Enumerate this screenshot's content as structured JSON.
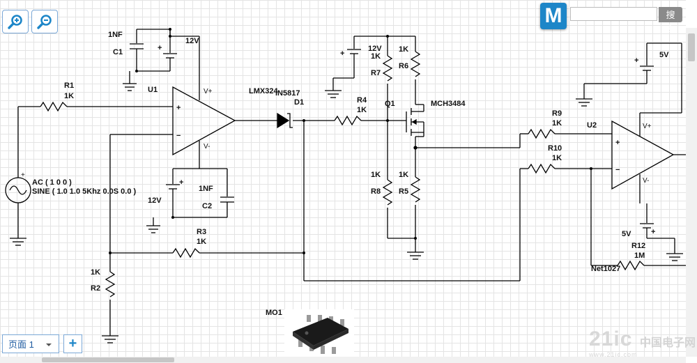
{
  "toolbar": {
    "zoom_in_icon": "zoom-in-icon",
    "zoom_out_icon": "zoom-out-icon"
  },
  "header": {
    "logo_letter": "M",
    "search_placeholder": "",
    "search_button": "搜索"
  },
  "pages": {
    "current": "页面 1",
    "add_label": "+"
  },
  "watermark": {
    "brand": "21ic",
    "cn": "中国电子网",
    "url": "www.21ic.com"
  },
  "schematic": {
    "labels": {
      "c1_val": "1NF",
      "c1": "C1",
      "v12_top": "12V",
      "u1": "U1",
      "vplus1": "V+",
      "vminus1": "V-",
      "r1": "R1",
      "r1_val": "1K",
      "ac": "AC ( 1 0 0 )",
      "sine": "SINE ( 1.0 1.0 5Khz 0.0S 0.0 )",
      "v12_bot": "12V",
      "c2_val": "1NF",
      "c2": "C2",
      "r3": "R3",
      "r3_val": "1K",
      "r2_val": "1K",
      "r2": "R2",
      "lmx": "LMX324",
      "in5817": "IN5817",
      "d1": "D1",
      "v12_mid": "12V",
      "r7_val": "1K",
      "r7": "R7",
      "r6_val": "1K",
      "r6": "R6",
      "r4": "R4",
      "r4_val": "1K",
      "q1": "Q1",
      "mch": "MCH3484",
      "r8_val": "1K",
      "r8": "R8",
      "r5_val": "1K",
      "r5": "R5",
      "r9": "R9",
      "r9_val": "1K",
      "r10": "R10",
      "r10_val": "1K",
      "u2": "U2",
      "vplus2": "V+",
      "vminus2": "V-",
      "v5_top": "5V",
      "v5_bot": "5V",
      "r12": "R12",
      "r12_val": "1M",
      "net": "Net1027",
      "mo1": "MO1"
    }
  }
}
